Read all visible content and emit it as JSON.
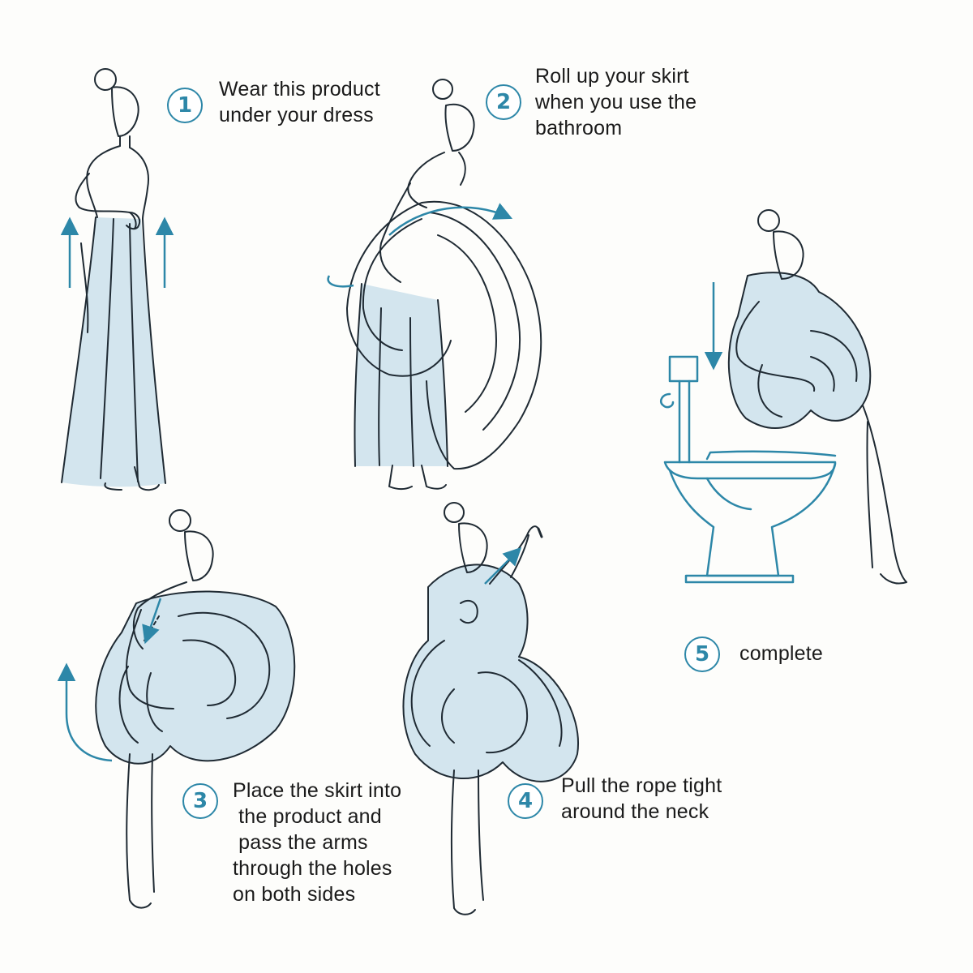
{
  "colors": {
    "line": "#1f2a33",
    "fill": "#d3e5ee",
    "accent": "#2d87a8",
    "background": "#fdfdfb"
  },
  "steps": [
    {
      "number": "1",
      "lines": [
        "Wear this product",
        "under your dress"
      ]
    },
    {
      "number": "2",
      "lines": [
        "Roll up your skirt",
        "when you use the",
        "bathroom"
      ]
    },
    {
      "number": "3",
      "lines": [
        "Place the skirt into",
        " the product and",
        " pass the arms",
        "through the holes",
        "on both sides"
      ]
    },
    {
      "number": "4",
      "lines": [
        "Pull the rope tight",
        "around the neck"
      ]
    },
    {
      "number": "5",
      "lines": [
        "complete"
      ]
    }
  ]
}
